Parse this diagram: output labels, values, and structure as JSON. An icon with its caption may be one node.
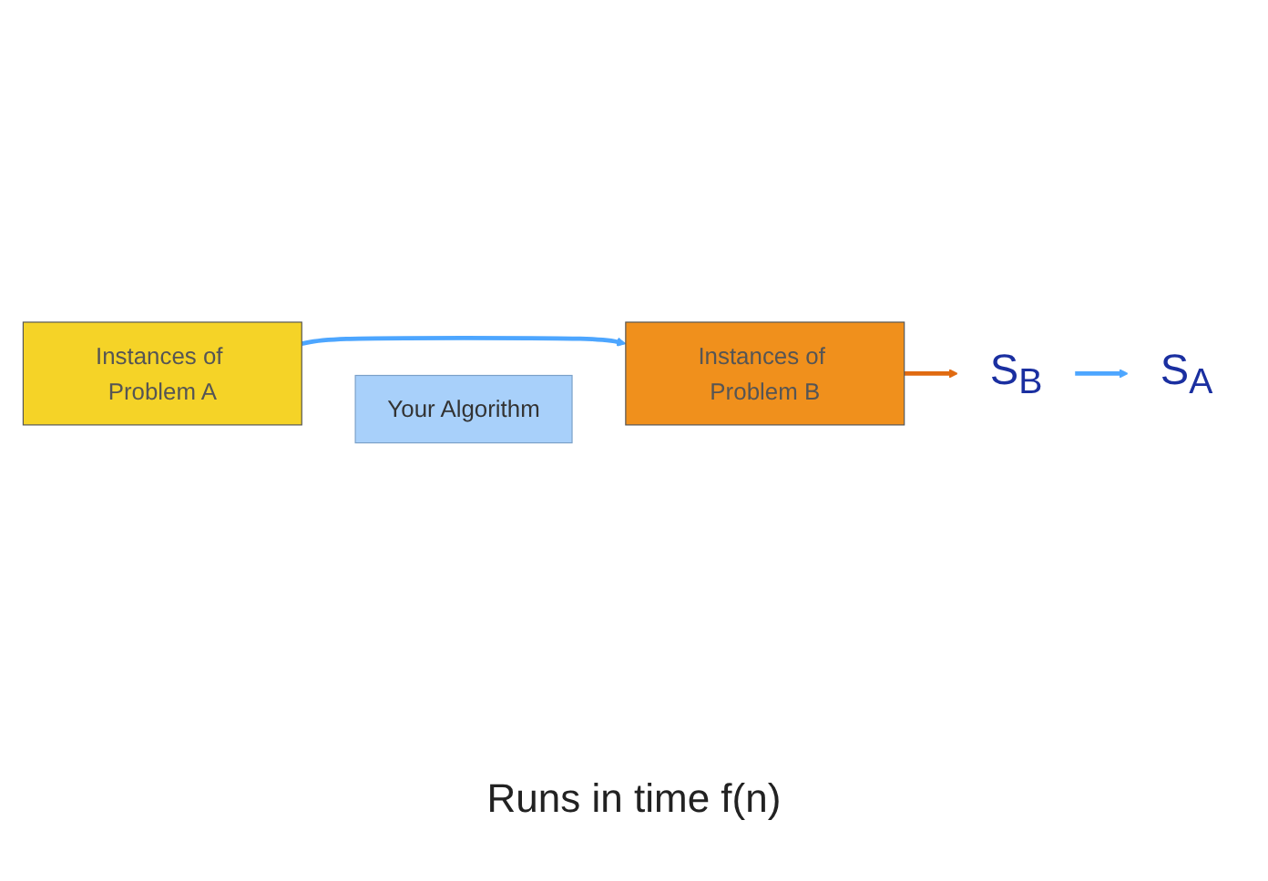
{
  "diagram": {
    "nodes": [
      {
        "text": [
          "Instances of Problem A"
        ]
      },
      {
        "text": [
          "Your Algorithm"
        ]
      },
      {
        "text": [
          "Instances of Problem B"
        ]
      },
      {
        "text": [
          "S$_{A}$"
        ]
      },
      {
        "text": [
          "S$_{B}$"
        ]
      }
    ],
    "edges": [
      {
        "from": 0,
        "to": 2,
        "arrow": "to"
      },
      {
        "from": 2,
        "to": 4,
        "arrow": "to",
        "color": "#e06a10"
      },
      {
        "from": 4,
        "to": 3,
        "arrow": "to"
      }
    ],
    "labels": [
      "Runs in time f(n)"
    ]
  }
}
